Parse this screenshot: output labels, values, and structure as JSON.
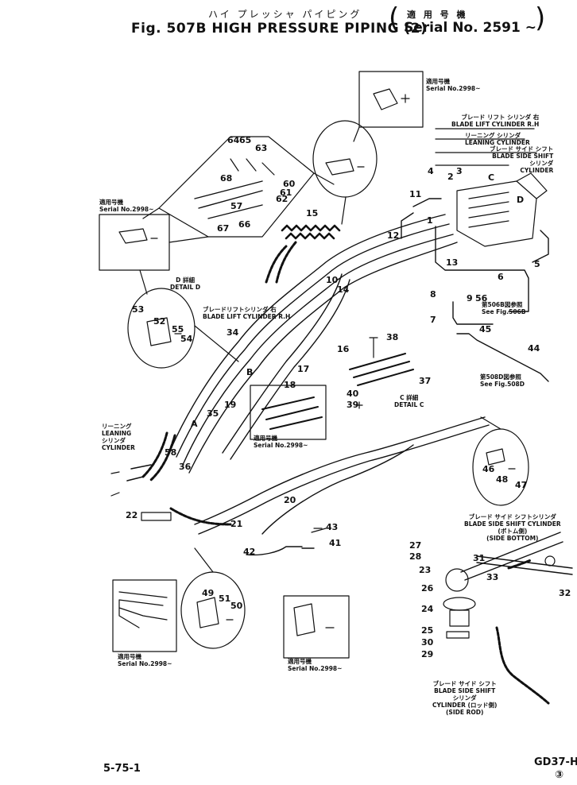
{
  "header": {
    "title_jp": "ハイ プレッシャ パイピング",
    "title": "Fig. 507B  HIGH PRESSURE PIPING (2)",
    "serial_jp": "適 用 号 機",
    "serial": "Serial No. 2591 ~"
  },
  "labels": {
    "blade_lift_rh_top": [
      "ブレード リフト シリンダ 右",
      "BLADE LIFT CYLINDER  R.H"
    ],
    "leaning_cyl_top": [
      "リーニング シリンダ",
      "LEANING CYLINDER"
    ],
    "blade_side_shift_top": [
      "ブレード サイド シフト",
      "BLADE SIDE SHIFT",
      "シリンダ",
      "CYLINDER"
    ],
    "blade_lift_rh_mid": [
      "ブレードリフトシリンダ 右",
      "BLADE LIFT CYLINDER  R.H"
    ],
    "leaning_left": [
      "リーニング",
      "LEANING",
      "シリンダ",
      "CYLINDER"
    ],
    "see_506b": [
      "第506B図参照",
      "See Fig.506B"
    ],
    "see_508d": [
      "第508D図参照",
      "See Fig.508D"
    ],
    "detail_d": [
      "D 詳細",
      "DETAIL D"
    ],
    "detail_c": [
      "C 詳細",
      "DETAIL C"
    ],
    "blade_side_shift_right": [
      "ブレード サイド シフトシリンダ",
      "BLADE SIDE SHIFT CYLINDER",
      "(ボトム側)",
      "(SIDE BOTTOM)"
    ],
    "blade_side_shift_bottom": [
      "ブレード サイド シフト",
      "BLADE SIDE SHIFT",
      "シリンダ",
      "CYLINDER (ロッド側)",
      "(SIDE ROD)"
    ],
    "serial_2998": [
      "適用号機",
      "Serial No.2998~"
    ]
  },
  "footer": {
    "page": "5-75-1",
    "model": "GD37-H",
    "rev": "③"
  },
  "part_numbers": [
    "1",
    "2",
    "3",
    "4",
    "5",
    "6",
    "7",
    "8",
    "9",
    "10",
    "11",
    "12",
    "13",
    "14",
    "15",
    "16",
    "17",
    "18",
    "19",
    "20",
    "21",
    "22",
    "23",
    "24",
    "25",
    "26",
    "27",
    "28",
    "29",
    "30",
    "31",
    "32",
    "33",
    "34",
    "35",
    "36",
    "37",
    "38",
    "39",
    "40",
    "41",
    "42",
    "43",
    "44",
    "45",
    "46",
    "47",
    "48",
    "49",
    "50",
    "51",
    "52",
    "53",
    "54",
    "55",
    "56",
    "57",
    "58",
    "60",
    "61",
    "62",
    "63",
    "64",
    "65",
    "66",
    "67",
    "68"
  ],
  "section_marks": [
    "A",
    "B",
    "C",
    "D"
  ]
}
